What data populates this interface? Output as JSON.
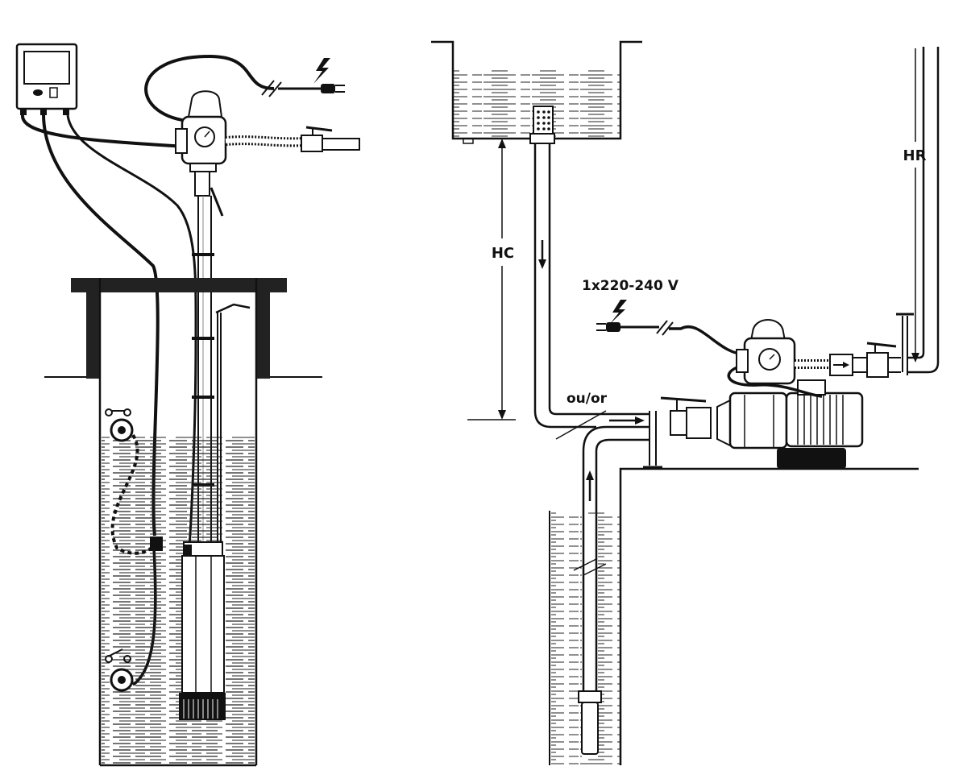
{
  "labels": {
    "hc": "HC",
    "hr": "HR",
    "voltage": "1x220-240 V",
    "alt": "ou/or"
  },
  "icons": [
    "electric-hazard-icon",
    "flow-arrow-icon",
    "pressure-gauge-icon"
  ]
}
